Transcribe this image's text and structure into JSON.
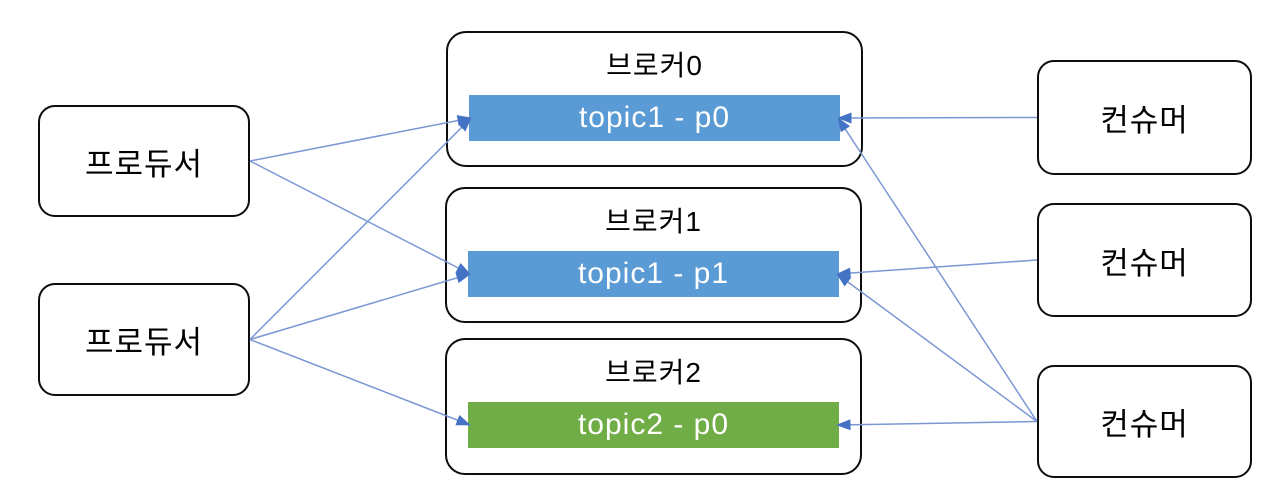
{
  "diagram": {
    "producers": [
      {
        "label": "프로듀서"
      },
      {
        "label": "프로듀서"
      }
    ],
    "brokers": [
      {
        "title": "브로커0",
        "topic": {
          "label": "topic1 - p0",
          "color": "#5B9BD5"
        }
      },
      {
        "title": "브로커1",
        "topic": {
          "label": "topic1 - p1",
          "color": "#5B9BD5"
        }
      },
      {
        "title": "브로커2",
        "topic": {
          "label": "topic2 - p0",
          "color": "#70AD47"
        }
      }
    ],
    "consumers": [
      {
        "label": "컨슈머"
      },
      {
        "label": "컨슈머"
      },
      {
        "label": "컨슈머"
      }
    ],
    "edges": [
      {
        "from": "producer-0",
        "to": "topic-0"
      },
      {
        "from": "producer-0",
        "to": "topic-1"
      },
      {
        "from": "producer-1",
        "to": "topic-0"
      },
      {
        "from": "producer-1",
        "to": "topic-1"
      },
      {
        "from": "producer-1",
        "to": "topic-2"
      },
      {
        "from": "consumer-0",
        "to": "topic-0"
      },
      {
        "from": "consumer-1",
        "to": "topic-1"
      },
      {
        "from": "consumer-2",
        "to": "topic-0"
      },
      {
        "from": "consumer-2",
        "to": "topic-1"
      },
      {
        "from": "consumer-2",
        "to": "topic-2"
      }
    ],
    "colors": {
      "edge_line": "#7b97d4",
      "edge_arrow": "#4472c4",
      "box_border": "#0d0d0d",
      "topic_text": "#ffffff",
      "label_text": "#000000"
    }
  }
}
